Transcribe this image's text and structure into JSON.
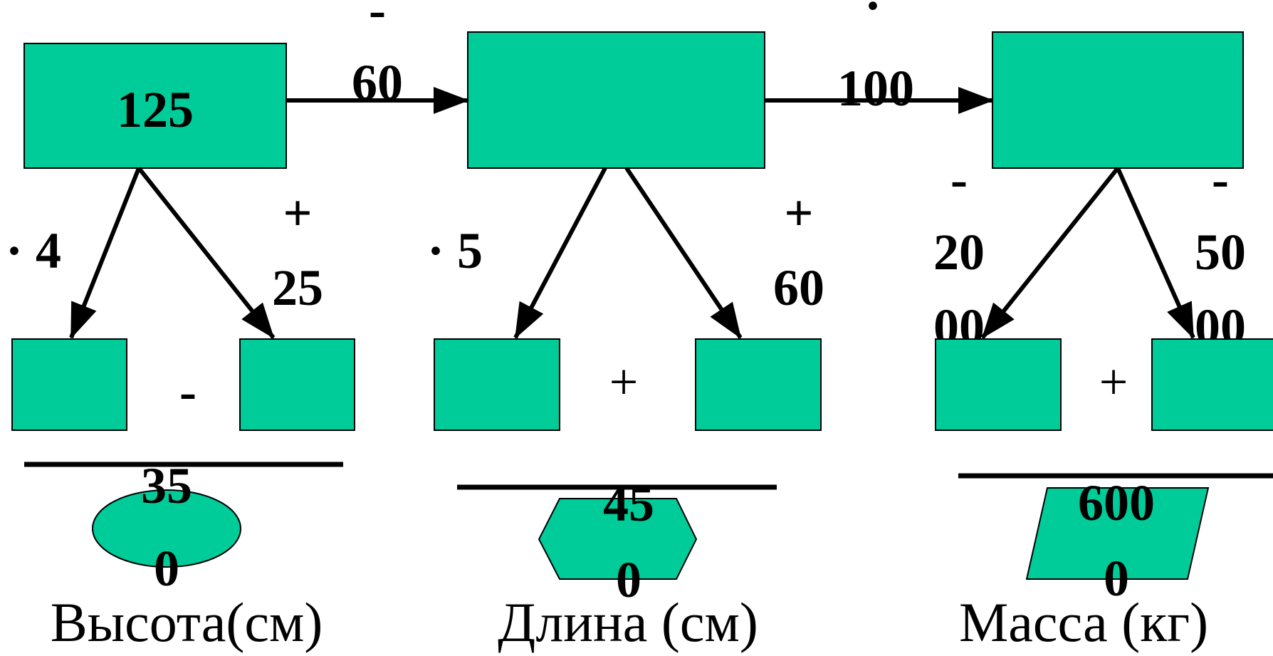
{
  "colors": {
    "box_fill": "#00CC99",
    "stroke": "#000000",
    "background": "#FFFFFF"
  },
  "top_row": {
    "box1_value": "125",
    "box2_value": "",
    "box3_value": ""
  },
  "operations": {
    "op_minus_60_sign": "-",
    "op_minus_60_num": "60",
    "op_dot_100_sign": "·",
    "op_dot_100_num": "100",
    "op_dot_4": "· 4",
    "op_plus_25_sign": "+",
    "op_plus_25_num": "25",
    "op_dot_5": "· 5",
    "op_plus_60_sign": "+",
    "op_plus_60_num": "60",
    "op_minus_2000_sign": "-",
    "op_minus_2000_line1": "20",
    "op_minus_2000_line2": "00",
    "op_minus_5000_sign": "-",
    "op_minus_5000_line1": "50",
    "op_minus_5000_line2": "00"
  },
  "combine_signs": {
    "height": "-",
    "length": "+",
    "mass": "+"
  },
  "results": {
    "height_line1": "35",
    "height_line2": "0",
    "length_line1": "45",
    "length_line2": "0",
    "mass_line1": "600",
    "mass_line2": "0"
  },
  "captions": {
    "height": "Высота(см)",
    "length": "Длина (см)",
    "mass": "Масса (кг)"
  }
}
